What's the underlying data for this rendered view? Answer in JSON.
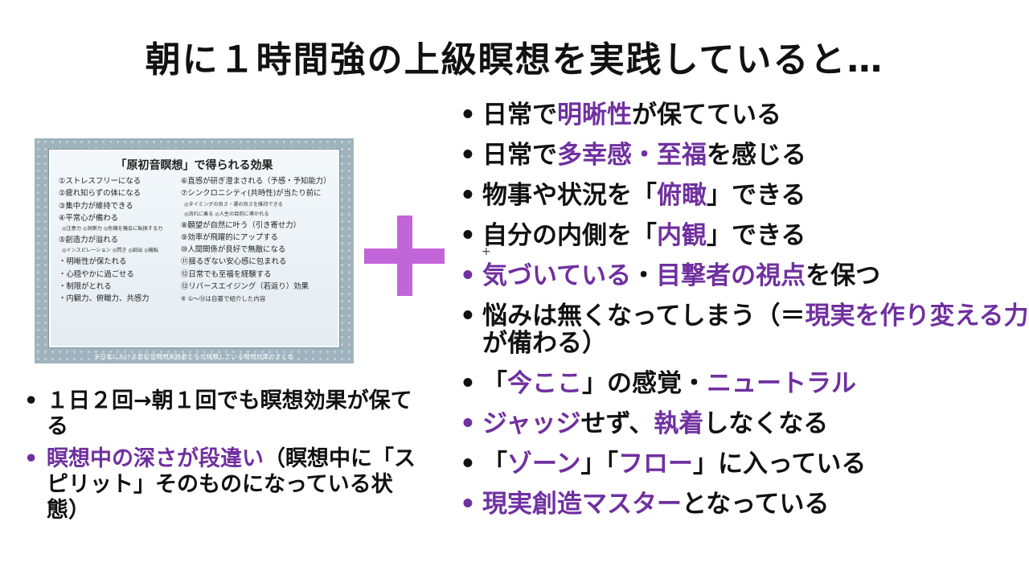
{
  "title": "朝に１時間強の上級瞑想を実践していると…",
  "effects_image": {
    "title": "「原初音瞑想」で得られる効果",
    "left_column": [
      {
        "text": "①ストレスフリーになる",
        "style": "main"
      },
      {
        "text": "②疲れ知らずの体になる",
        "style": "main"
      },
      {
        "text": "③集中力が維持できる",
        "style": "main"
      },
      {
        "text": "④平常心が備わる",
        "style": "main"
      },
      {
        "text": "◎注意力 ◎洞察力 ◎危機を機会に転換する力",
        "style": "sub"
      },
      {
        "text": "⑤創造力が溢れる",
        "style": "main"
      },
      {
        "text": "◎インスピレーション ◎閃き ◎創出 ◎機転",
        "style": "sub"
      },
      {
        "text": "明晰性が保たれる",
        "style": "bullet"
      },
      {
        "text": "心穏やかに過ごせる",
        "style": "bullet"
      },
      {
        "text": "制限がとれる",
        "style": "bullet"
      },
      {
        "text": "内観力、俯瞰力、共感力",
        "style": "bullet"
      }
    ],
    "right_column": [
      {
        "text": "⑥直感が研ぎ澄まされる（予感・予知能力）",
        "style": "main"
      },
      {
        "text": "⑦シンクロニシティ(共時性)が当たり前に",
        "style": "main"
      },
      {
        "text": "◎タイミングの良さ・運の良さを維持できる",
        "style": "sub"
      },
      {
        "text": "◎流れに乗る ◎人生の目的に導かれる",
        "style": "sub"
      },
      {
        "text": "⑧願望が自然に叶う（引き寄せ力）",
        "style": "main"
      },
      {
        "text": "⑨効率が飛躍的にアップする",
        "style": "main"
      },
      {
        "text": "⑩人間関係が良好で無敵になる",
        "style": "main"
      },
      {
        "text": "⑪揺るぎない安心感に包まれる",
        "style": "main"
      },
      {
        "text": "⑫日常でも至福を経験する",
        "style": "main"
      },
      {
        "text": "⑬リバースエイジング（若返り）効果",
        "style": "main"
      },
      {
        "text": "※ ①〜⑬は自著で紹介した内容",
        "style": "note"
      }
    ],
    "caption": "※日本における原初音瞑想実践者たちが経験している瞑想効果のまとめ"
  },
  "left_bullets": [
    {
      "purple_bullet": false,
      "segments": [
        {
          "text": "１日２回→朝１回でも瞑想効果が保てる",
          "hl": false
        }
      ]
    },
    {
      "purple_bullet": true,
      "segments": [
        {
          "text": "瞑想中の深さが段違い",
          "hl": true
        },
        {
          "text": "（瞑想中に「スピリット」そのものになっている状態）",
          "hl": false
        }
      ]
    }
  ],
  "right_bullets": [
    {
      "purple_bullet": false,
      "wrap": false,
      "segments": [
        {
          "text": "日常で",
          "hl": false
        },
        {
          "text": "明晰性",
          "hl": true
        },
        {
          "text": "が保てている",
          "hl": false
        }
      ]
    },
    {
      "purple_bullet": false,
      "wrap": false,
      "segments": [
        {
          "text": "日常で",
          "hl": false
        },
        {
          "text": "多幸感・至福",
          "hl": true
        },
        {
          "text": "を感じる",
          "hl": false
        }
      ]
    },
    {
      "purple_bullet": false,
      "wrap": false,
      "segments": [
        {
          "text": "物事や状況を「",
          "hl": false
        },
        {
          "text": "俯瞰",
          "hl": true
        },
        {
          "text": "」できる",
          "hl": false
        }
      ]
    },
    {
      "purple_bullet": false,
      "wrap": false,
      "segments": [
        {
          "text": "自分の内側を「",
          "hl": false
        },
        {
          "text": "内観",
          "hl": true
        },
        {
          "text": "」できる",
          "hl": false
        }
      ]
    },
    {
      "purple_bullet": true,
      "wrap": false,
      "segments": [
        {
          "text": "気づいている",
          "hl": true
        },
        {
          "text": "・",
          "hl": false
        },
        {
          "text": "目撃者の視点",
          "hl": true
        },
        {
          "text": "を保つ",
          "hl": false
        }
      ]
    },
    {
      "purple_bullet": false,
      "wrap": true,
      "segments": [
        {
          "text": "悩みは無くなってしまう（＝",
          "hl": false
        },
        {
          "text": "現実を作り変える力",
          "hl": true
        },
        {
          "text": "が備わる）",
          "hl": false
        }
      ]
    },
    {
      "purple_bullet": false,
      "wrap": false,
      "segments": [
        {
          "text": "「",
          "hl": false
        },
        {
          "text": "今ここ",
          "hl": true
        },
        {
          "text": "」の感覚・",
          "hl": false
        },
        {
          "text": "ニュートラル",
          "hl": true
        }
      ]
    },
    {
      "purple_bullet": true,
      "wrap": false,
      "segments": [
        {
          "text": "ジャッジ",
          "hl": true
        },
        {
          "text": "せず、",
          "hl": false
        },
        {
          "text": "執着",
          "hl": true
        },
        {
          "text": "しなくなる",
          "hl": false
        }
      ]
    },
    {
      "purple_bullet": false,
      "wrap": false,
      "segments": [
        {
          "text": "「",
          "hl": false
        },
        {
          "text": "ゾーン",
          "hl": true
        },
        {
          "text": "」「",
          "hl": false
        },
        {
          "text": "フロー",
          "hl": true
        },
        {
          "text": "」に入っている",
          "hl": false
        }
      ]
    },
    {
      "purple_bullet": true,
      "wrap": false,
      "segments": [
        {
          "text": "現実創造マスター",
          "hl": true
        },
        {
          "text": "となっている",
          "hl": false
        }
      ]
    }
  ],
  "colors": {
    "highlight": "#7030a0",
    "plus": "#c265d8",
    "frame": "#9fb3bf",
    "text": "#111111"
  }
}
